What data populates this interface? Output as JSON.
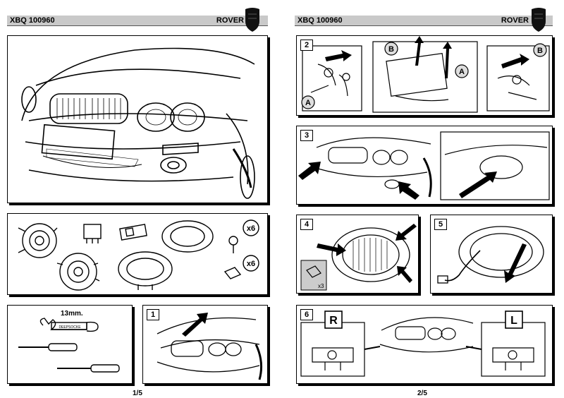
{
  "left_page": {
    "header": {
      "part_number": "XBQ 100960",
      "brand": "ROVER"
    },
    "page_number": "1/5",
    "parts_qty": [
      "x6",
      "x6"
    ],
    "tools": {
      "spanner_size": "13mm.",
      "spanner_mark": "DEEPSOCKE"
    },
    "step_1": {
      "number": "1"
    }
  },
  "right_page": {
    "header": {
      "part_number": "XBQ 100960",
      "brand": "ROVER"
    },
    "page_number": "2/5",
    "step_2": {
      "number": "2",
      "callouts": [
        "A",
        "B",
        "A",
        "B"
      ]
    },
    "step_3": {
      "number": "3"
    },
    "step_4": {
      "number": "4",
      "qty": "x3"
    },
    "step_5": {
      "number": "5"
    },
    "step_6": {
      "number": "6",
      "right_label": "R",
      "left_label": "L"
    }
  }
}
